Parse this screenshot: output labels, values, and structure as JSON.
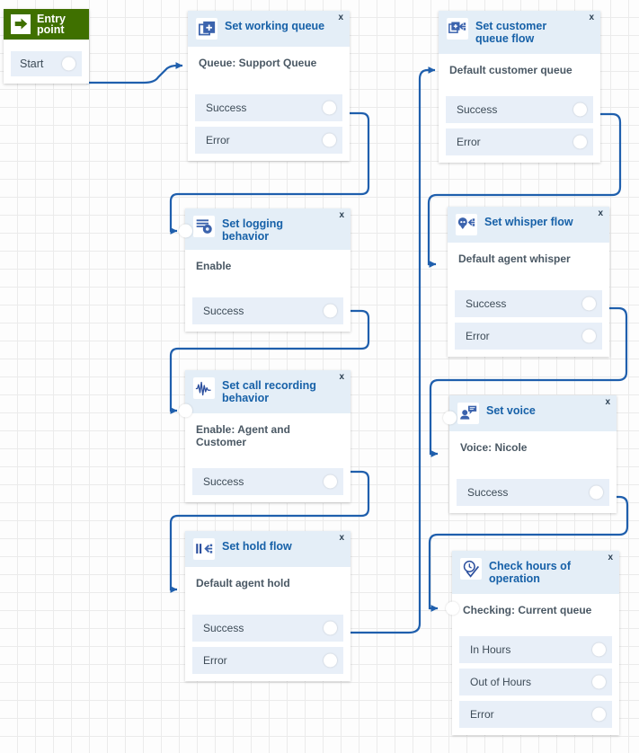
{
  "canvas": {
    "grid": "20px",
    "grid_color": "#ebebeb",
    "background": "#fdfdfd"
  },
  "colors": {
    "entry_green": "#3f7000",
    "node_header_blue": "#e4eef7",
    "title_blue": "#1761a8",
    "port_blue": "#e8eff8",
    "wire_blue": "#1f5fad",
    "icon_blue": "#3b63ad"
  },
  "entry": {
    "title": "Entry point",
    "icon": "arrow-right-icon",
    "ports": [
      {
        "label": "Start"
      }
    ]
  },
  "nodes": [
    {
      "id": "set-working-queue",
      "title": "Set working queue",
      "icon": "queue-add-icon",
      "close_label": "x",
      "subtitle": "Queue: Support Queue",
      "ports": [
        {
          "label": "Success"
        },
        {
          "label": "Error"
        }
      ]
    },
    {
      "id": "set-customer-queue-flow",
      "title": "Set customer queue flow",
      "icon": "customer-queue-flow-icon",
      "close_label": "x",
      "subtitle": "Default customer queue",
      "ports": [
        {
          "label": "Success"
        },
        {
          "label": "Error"
        }
      ]
    },
    {
      "id": "set-logging-behavior",
      "title": "Set logging behavior",
      "icon": "logging-gear-icon",
      "close_label": "x",
      "subtitle": "Enable",
      "ports": [
        {
          "label": "Success"
        }
      ]
    },
    {
      "id": "set-whisper-flow",
      "title": "Set whisper flow",
      "icon": "whisper-flow-icon",
      "close_label": "x",
      "subtitle": "Default agent whisper",
      "ports": [
        {
          "label": "Success"
        },
        {
          "label": "Error"
        }
      ]
    },
    {
      "id": "set-call-recording-behavior",
      "title": "Set call recording behavior",
      "icon": "waveform-icon",
      "close_label": "x",
      "subtitle": "Enable: Agent and Customer",
      "ports": [
        {
          "label": "Success"
        }
      ]
    },
    {
      "id": "set-voice",
      "title": "Set voice",
      "icon": "voice-person-icon",
      "close_label": "x",
      "subtitle": "Voice: Nicole",
      "ports": [
        {
          "label": "Success"
        }
      ]
    },
    {
      "id": "set-hold-flow",
      "title": "Set hold flow",
      "icon": "hold-flow-icon",
      "close_label": "x",
      "subtitle": "Default agent hold",
      "ports": [
        {
          "label": "Success"
        },
        {
          "label": "Error"
        }
      ]
    },
    {
      "id": "check-hours-of-operation",
      "title": "Check hours of operation",
      "icon": "clock-check-icon",
      "close_label": "x",
      "subtitle": "Checking: Current queue",
      "ports": [
        {
          "label": "In Hours"
        },
        {
          "label": "Out of Hours"
        },
        {
          "label": "Error"
        }
      ]
    }
  ]
}
